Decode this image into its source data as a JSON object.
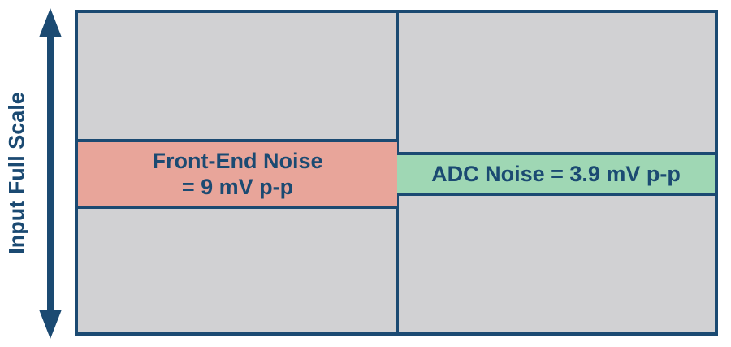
{
  "axis": {
    "label": "Input Full Scale"
  },
  "front_end": {
    "line1": "Front-End Noise",
    "line2": "= 9 mV p-p"
  },
  "adc": {
    "label": "ADC Noise = 3.9 mV p-p"
  },
  "colors": {
    "outline": "#1b4a72",
    "background_fill": "#d1d1d3",
    "front_end_fill": "#e8a59a",
    "adc_fill": "#9fd7b4"
  }
}
